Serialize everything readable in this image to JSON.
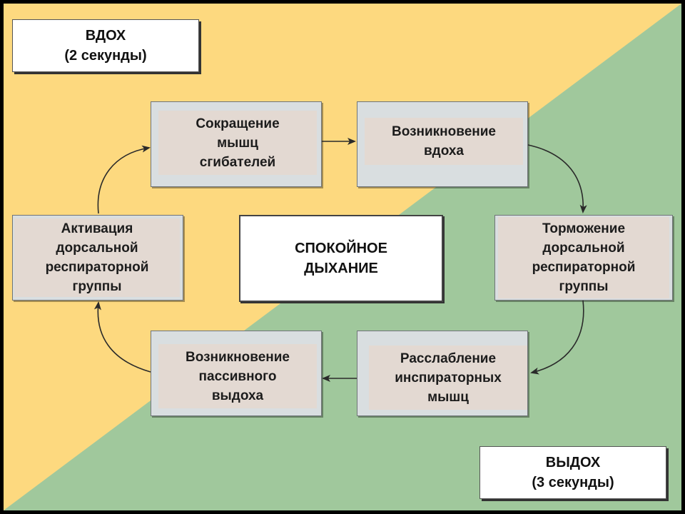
{
  "colors": {
    "yellow": "#fdd97f",
    "green": "#a0c89c",
    "panel": "#d9dee0",
    "panel_inner": "#e3d9d2",
    "arrow": "#2a2a2a"
  },
  "inhale_label": "ВДОХ\n(2 секунды)",
  "exhale_label": "ВЫДОХ\n(3 секунды)",
  "center_label": "СПОКОЙНОЕ\nДЫХАНИЕ",
  "steps": {
    "flexor_contraction": "Сокращение\nмышц\nсгибателей",
    "inhale_onset": "Возникновение\nвдоха",
    "drg_inhibition": "Торможение\nдорсальной\nреспираторной\nгруппы",
    "muscle_relaxation": "Расслабление\nинспираторных\nмышц",
    "passive_exhale": "Возникновение\nпассивного\nвыдоха",
    "drg_activation": "Активация\nдорсальной\nреспираторной\nгруппы"
  }
}
